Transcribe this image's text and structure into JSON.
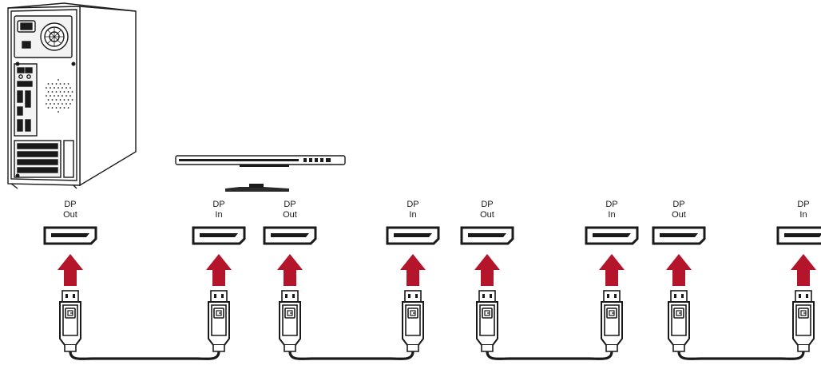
{
  "ports": [
    {
      "line1": "DP",
      "line2": "Out"
    },
    {
      "line1": "DP",
      "line2": "In"
    },
    {
      "line1": "DP",
      "line2": "Out"
    },
    {
      "line1": "DP",
      "line2": "In"
    },
    {
      "line1": "DP",
      "line2": "Out"
    },
    {
      "line1": "DP",
      "line2": "In"
    },
    {
      "line1": "DP",
      "line2": "Out"
    },
    {
      "line1": "DP",
      "line2": "In"
    }
  ],
  "colors": {
    "arrow": "#b5152b",
    "stroke": "#1a1a1a"
  },
  "icons": [
    "computer-tower-icon",
    "monitor-icon",
    "displayport-icon",
    "displayport-cable-icon",
    "arrow-up-icon"
  ]
}
